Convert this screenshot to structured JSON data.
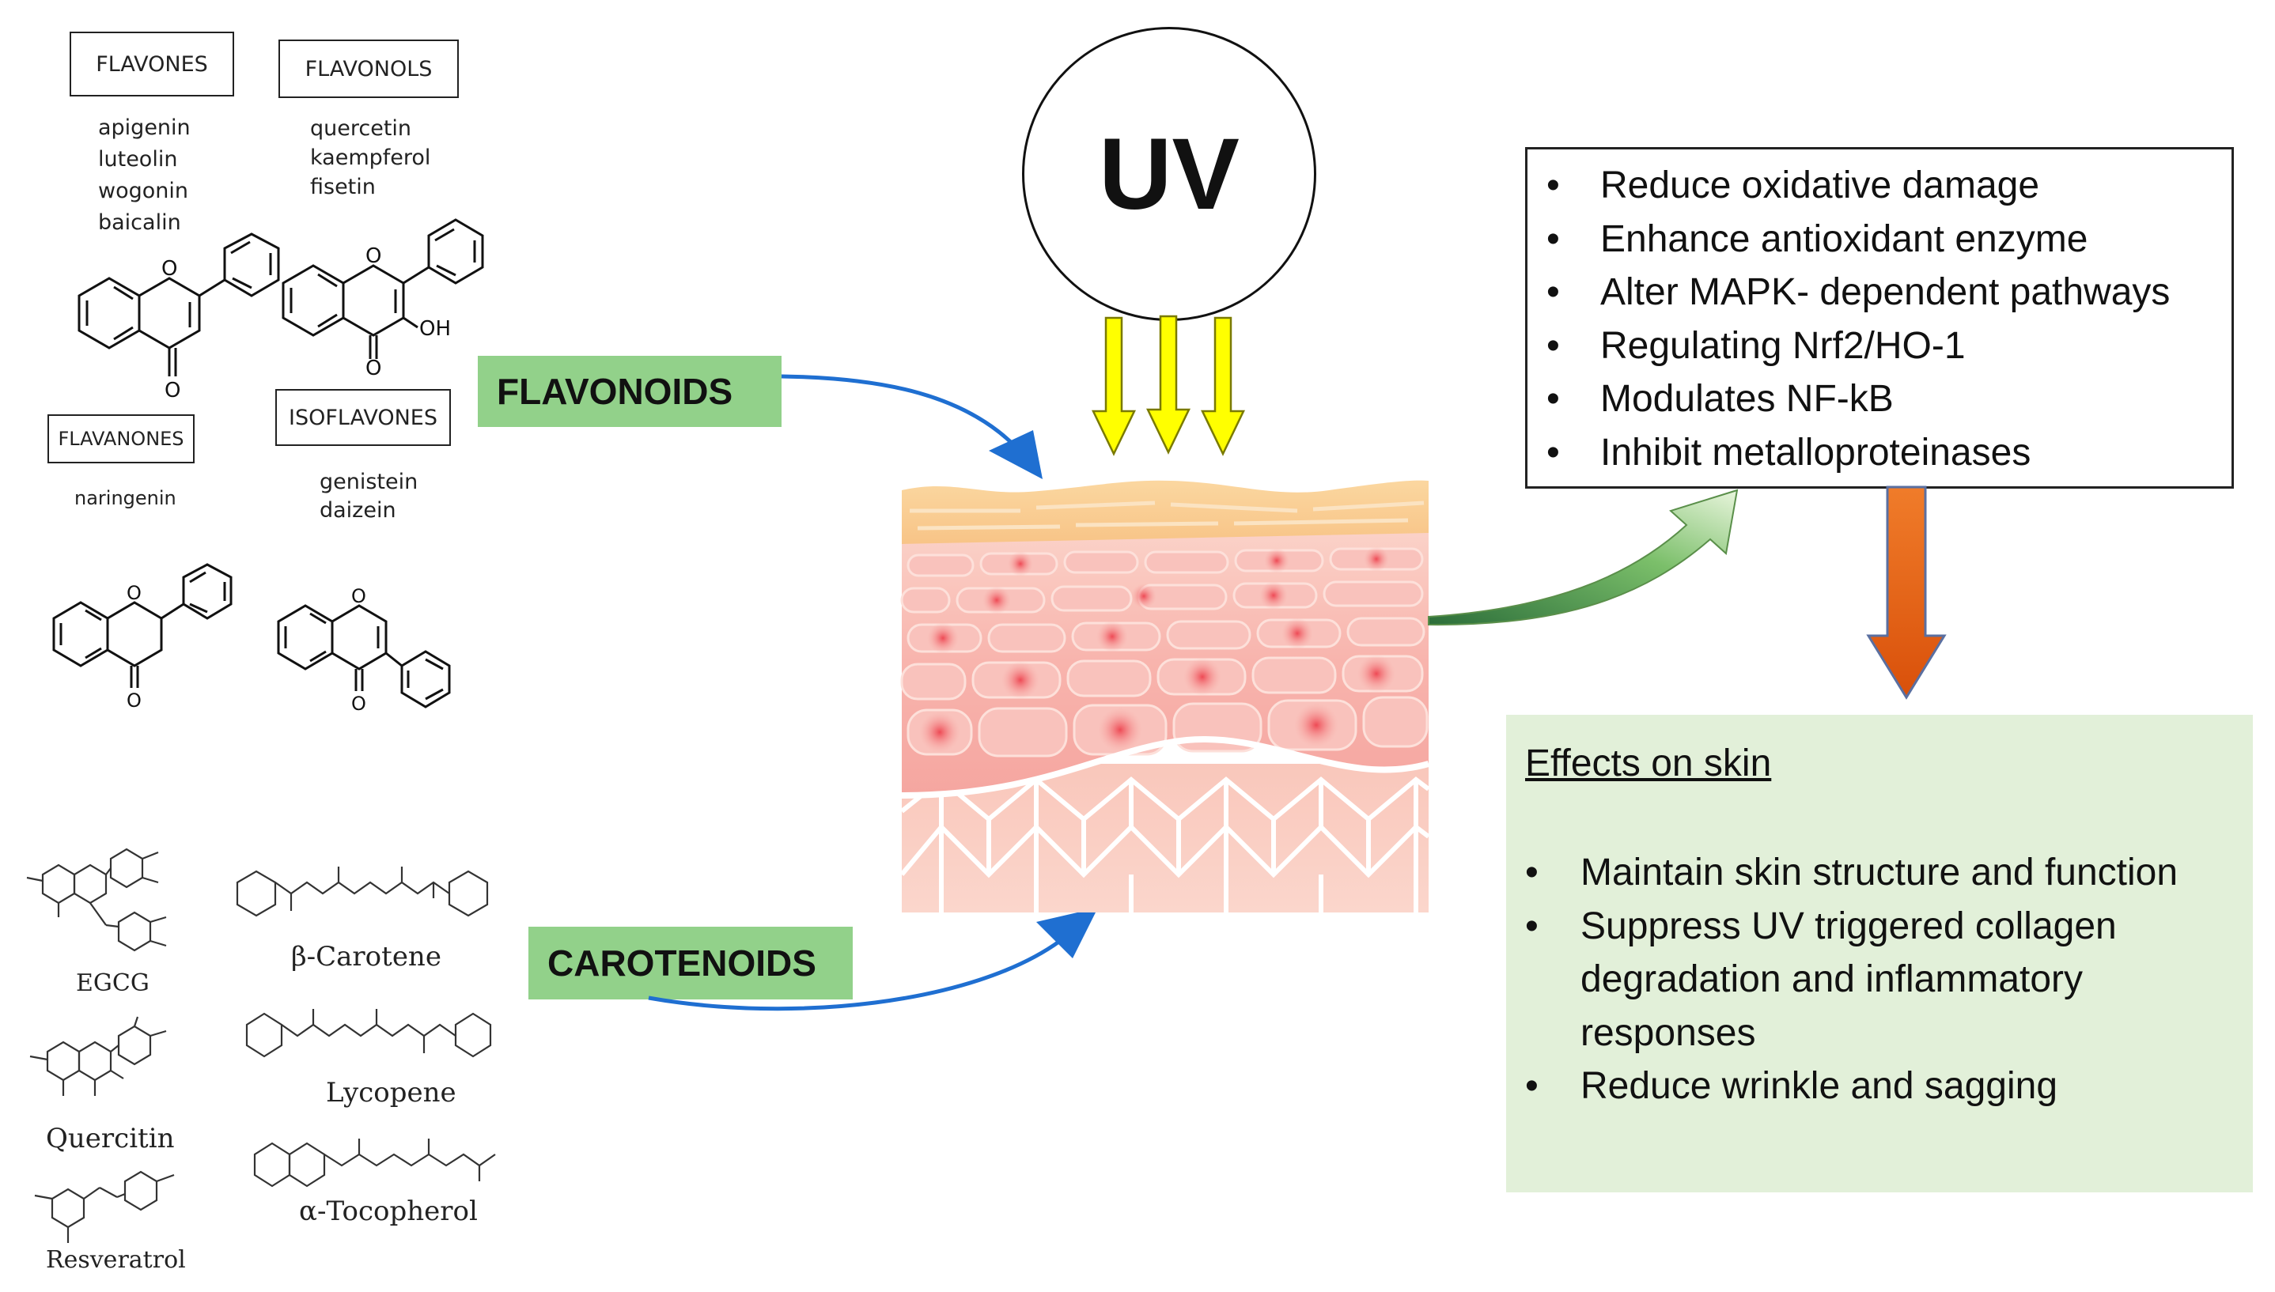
{
  "flavonoid_classes": [
    {
      "label": "FLAVONES",
      "compounds": [
        "apigenin",
        "luteolin",
        "wogonin",
        "baicalin"
      ]
    },
    {
      "label": "FLAVONOLS",
      "compounds": [
        "quercetin",
        "kaempferol",
        "fisetin"
      ]
    },
    {
      "label": "FLAVANONES",
      "compounds": [
        "naringenin"
      ]
    },
    {
      "label": "ISOFLAVONES",
      "compounds": [
        "genistein",
        "daizein"
      ]
    }
  ],
  "structure_atoms": {
    "oxygen": "O",
    "hydroxyl": "OH"
  },
  "carotenoid_structures": [
    "EGCG",
    "Quercitin",
    "Resveratrol",
    "β-Carotene",
    "Lycopene",
    "α-Tocopherol"
  ],
  "group_labels": {
    "flavonoids": "FLAVONOIDS",
    "carotenoids": "CAROTENOIDS"
  },
  "uv_label": "UV",
  "mechanisms": [
    "Reduce oxidative damage",
    "Enhance antioxidant enzyme",
    "Alter MAPK- dependent pathways",
    "Regulating Nrf2/HO-1",
    "Modulates NF-kB",
    "Inhibit  metalloproteinases"
  ],
  "effects": {
    "title": "Effects on skin",
    "items": [
      "Maintain skin structure and function",
      "Suppress UV triggered collagen degradation and inflammatory responses",
      "Reduce wrinkle and sagging"
    ]
  },
  "colors": {
    "label_green": "#92d18a",
    "effects_bg": "#e2f0d9",
    "uv_arrow": "#ffff00",
    "curve_blue": "#1f6fd1",
    "down_arrow_orange": "#e05a10",
    "up_arrow_green": "#a9d18e",
    "skin_epidermis": "#f9c98e",
    "skin_dermis": "#f7b3ad"
  }
}
